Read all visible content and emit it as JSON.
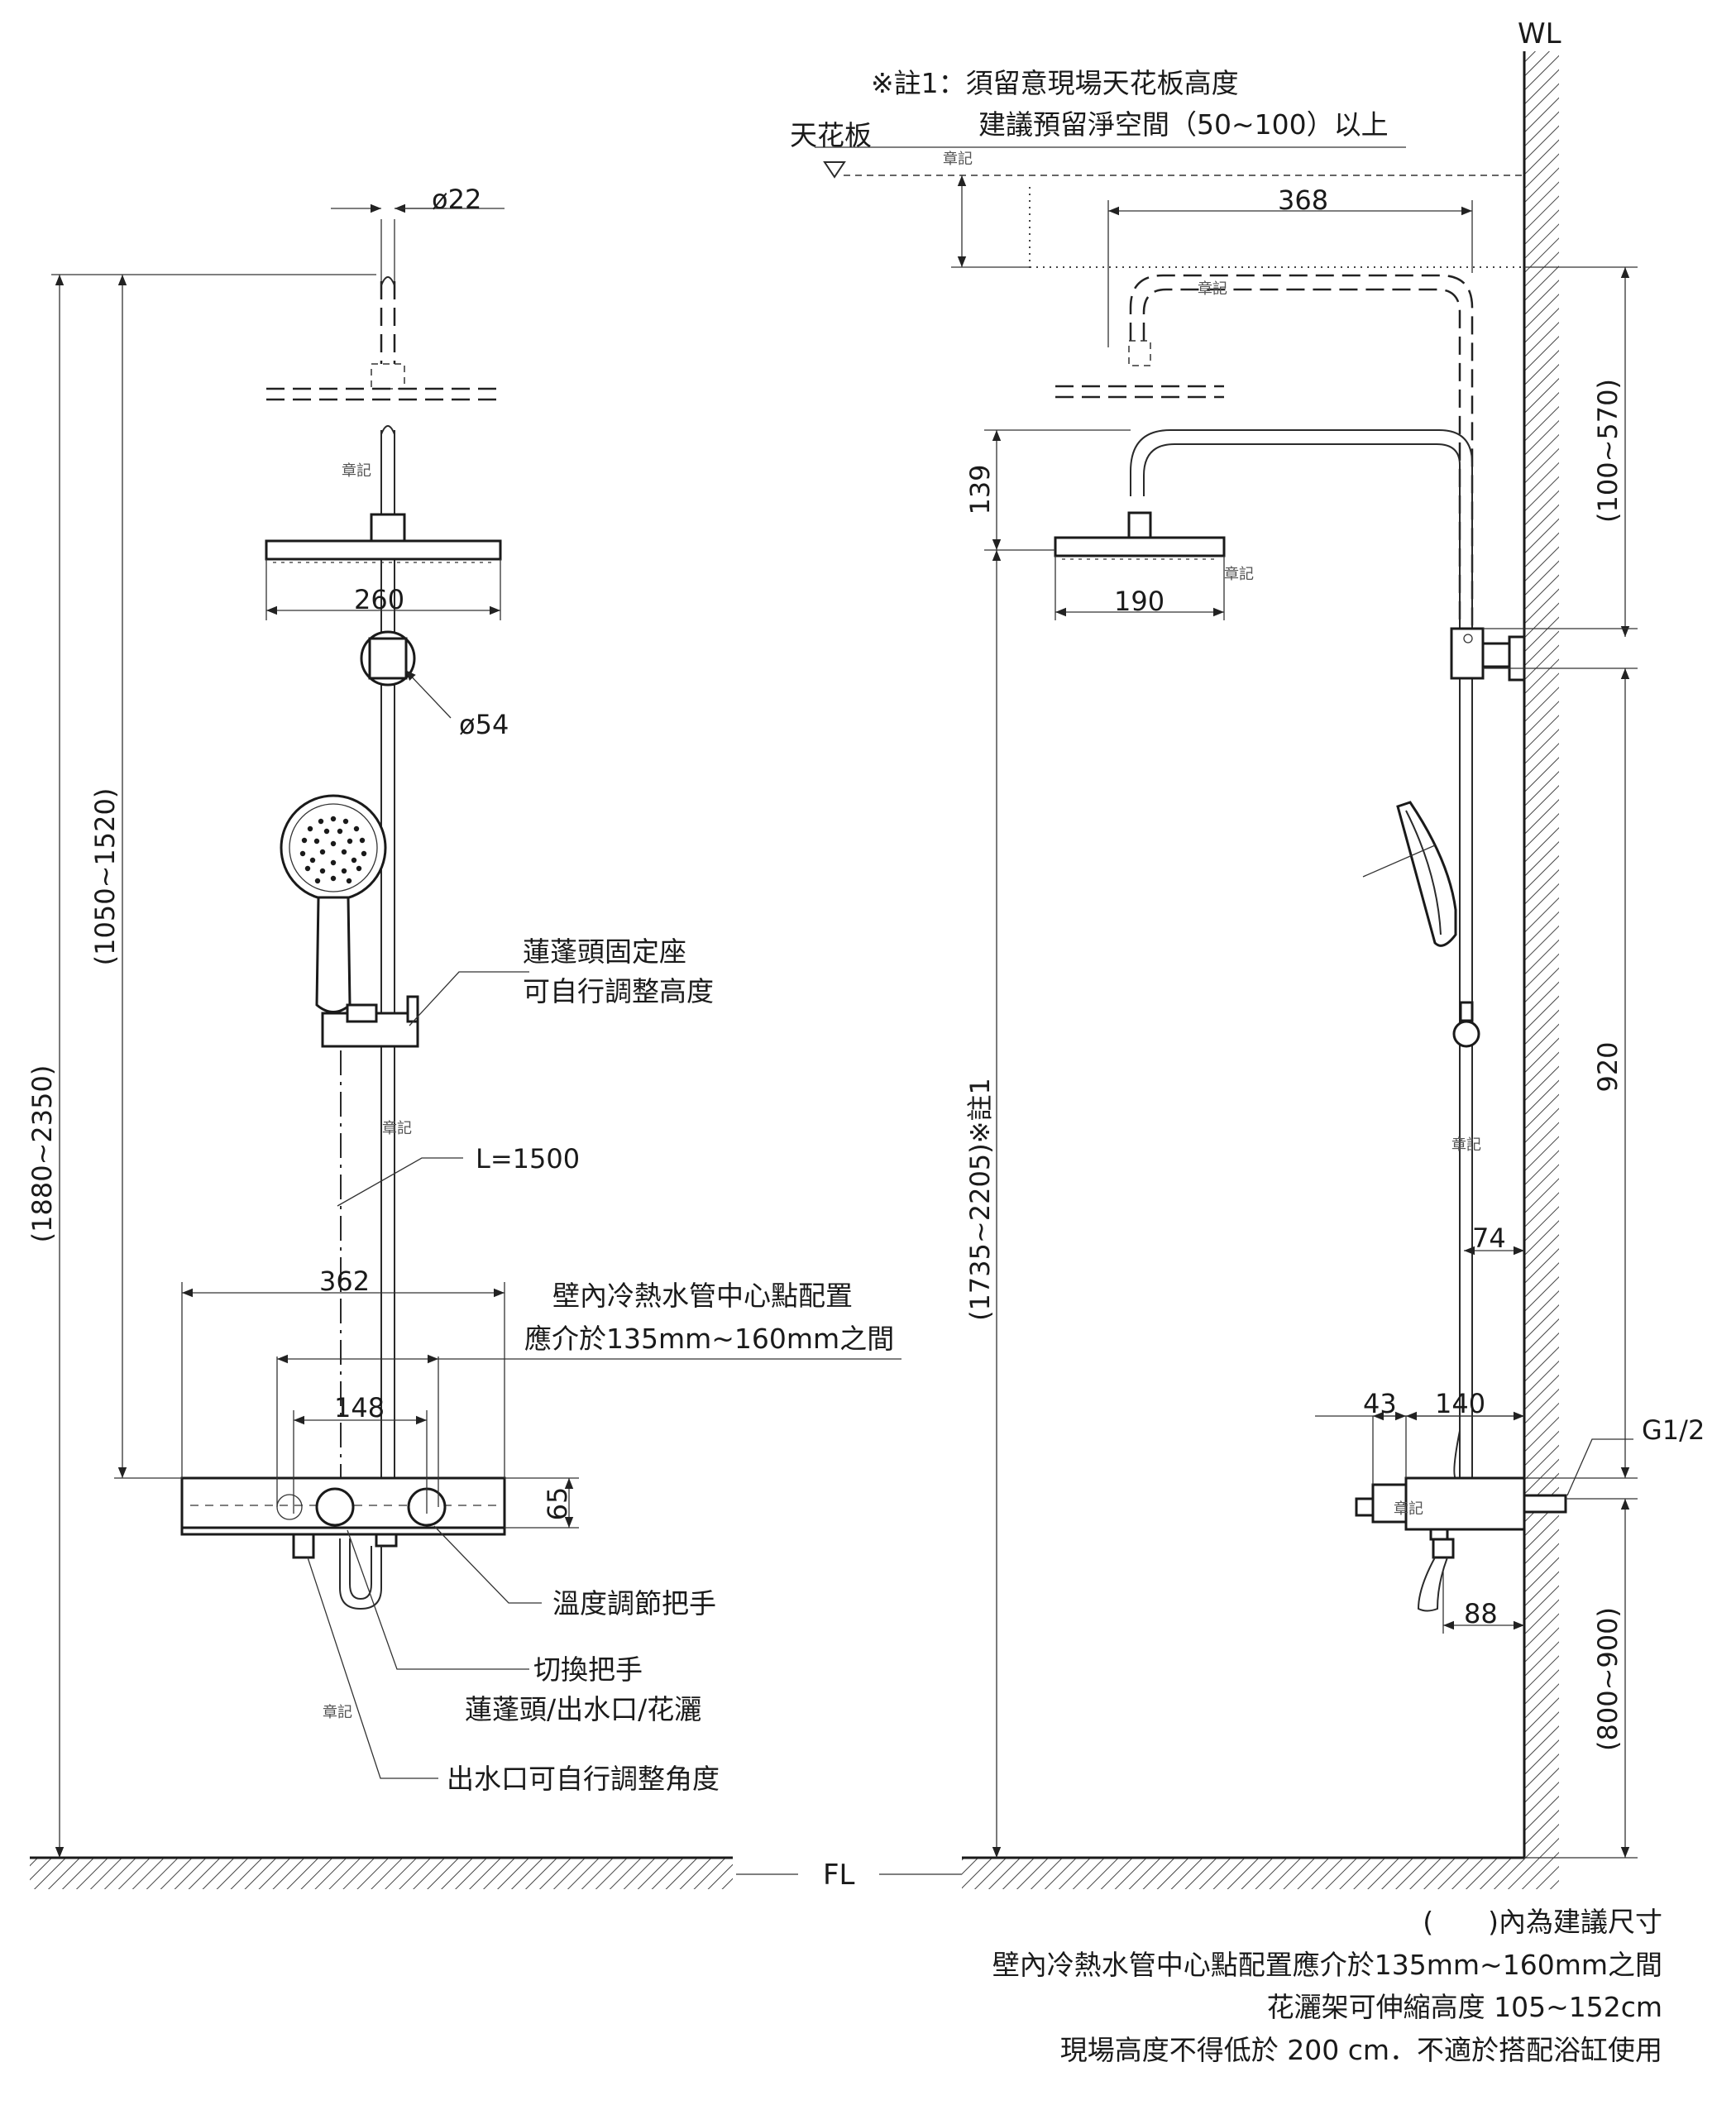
{
  "labels": {
    "wl": "WL",
    "fl": "FL",
    "ceiling": "天花板",
    "note1_line1": "※註1：須留意現場天花板高度",
    "note1_line2": "建議預留淨空間（50~100）以上",
    "watermark": "章記",
    "holder_line1": "蓮蓬頭固定座",
    "holder_line2": "可自行調整高度",
    "hose_length": "L=1500",
    "pipe_line1": "壁內冷熱水管中心點配置",
    "pipe_line2": "應介於135mm~160mm之間",
    "temp_handle": "溫度調節把手",
    "switch_line1": "切換把手",
    "switch_line2": "蓮蓬頭/出水口/花灑",
    "spout_adjust": "出水口可自行調整角度",
    "thread": "G1/2"
  },
  "dimensions": {
    "pipe_dia": "ø22",
    "head_width_front": "260",
    "bracket_dia": "ø54",
    "total_height": "(1880~2350)",
    "rail_height": "(1050~1520)",
    "shelf_width": "362",
    "inlet_spacing": "148",
    "shelf_height": "65",
    "arm_reach": "368",
    "head_drop": "139",
    "head_width_side": "190",
    "ceiling_clear": "(100~570)",
    "top_height": "(1735~2205)※註1",
    "bracket_spacing": "920",
    "rail_offset": "74",
    "valve_depth_a": "43",
    "valve_depth_b": "140",
    "spout_offset": "88",
    "valve_height": "(800~900)"
  },
  "notes": [
    "(　　)內為建議尺寸",
    "壁內冷熱水管中心點配置應介於135mm~160mm之間",
    "花灑架可伸縮高度 105~152cm",
    "現場高度不得低於 200 cm．不適於搭配浴缸使用"
  ]
}
